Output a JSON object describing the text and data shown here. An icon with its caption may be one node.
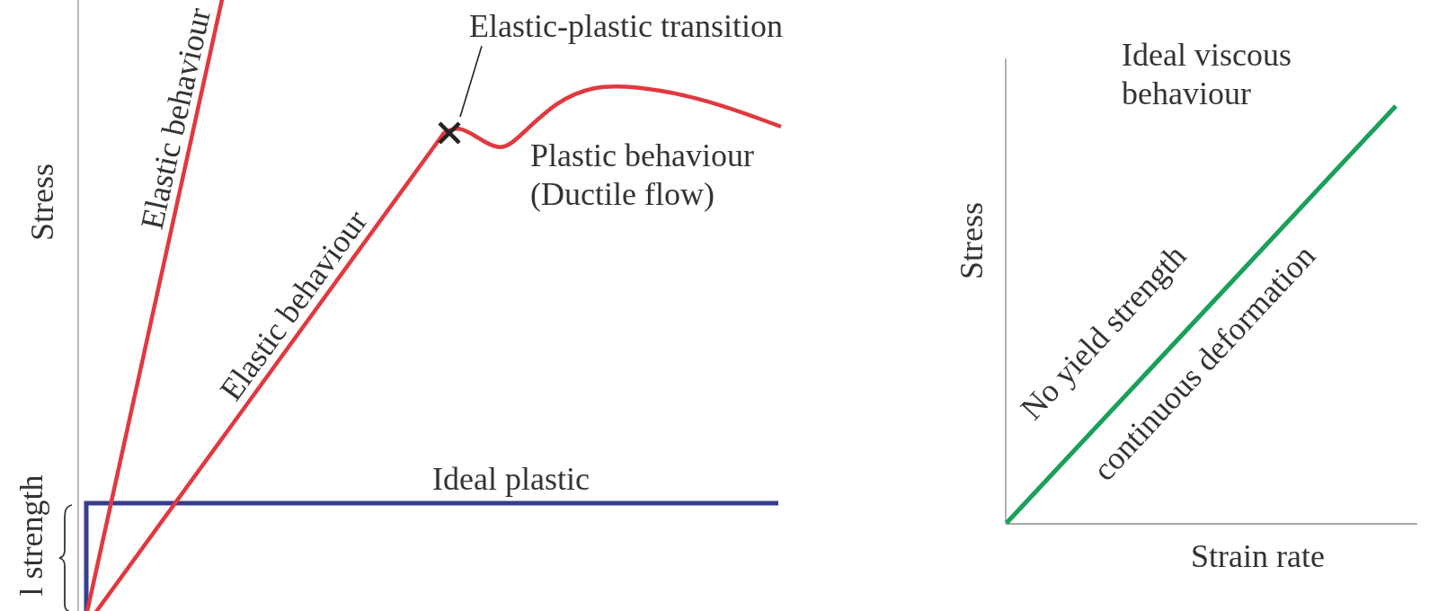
{
  "diagram": {
    "nodes": [
      {
        "text": [
          "Elastic-plastic transition"
        ]
      },
      {
        "text": [],
        "shape": "cross"
      }
    ],
    "edges": [
      {
        "from": 0,
        "to": 1,
        "arrow": "none"
      }
    ],
    "labels": [
      "Elastic behaviour",
      "Stress",
      "Plastic behaviour (Ductile flow)",
      "Elastic behaviour",
      "Ideal plastic",
      "l strength",
      "Ideal viscous behaviour",
      "Stress",
      "No yield strength",
      "continuous deformation",
      "Strain rate"
    ]
  }
}
